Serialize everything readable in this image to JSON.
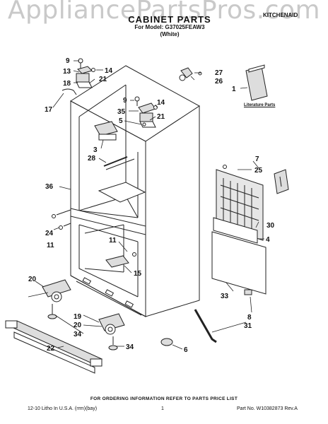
{
  "watermark": "AppliancePartsPros.com",
  "header": {
    "title": "CABINET PARTS",
    "for_model": "For Model: G37025FEAW3",
    "color": "(White)",
    "brand": "KITCHENAID"
  },
  "literature_label": "Literature Parts",
  "callouts": {
    "n9a": "9",
    "n13": "13",
    "n18": "18",
    "n14a": "14",
    "n21a": "21",
    "n17": "17",
    "n27": "27",
    "n26": "26",
    "n1": "1",
    "n9b": "9",
    "n35": "35",
    "n5": "5",
    "n14b": "14",
    "n21b": "21",
    "n3": "3",
    "n28": "28",
    "n36": "36",
    "n7": "7",
    "n25": "25",
    "n30": "30",
    "n4": "4",
    "n24": "24",
    "n11a": "11",
    "n11b": "11",
    "n15": "15",
    "n20a": "20",
    "n19": "19",
    "n20b": "20",
    "n34a": "34",
    "n34b": "34",
    "n22": "22",
    "n33": "33",
    "n8": "8",
    "n31": "31",
    "n6": "6"
  },
  "footer": {
    "ordering": "FOR ORDERING INFORMATION REFER TO PARTS PRICE LIST",
    "litho": "12-10 Litho In U.S.A. (rrm)(bay)",
    "page": "1",
    "part_no": "Part No. W10382873 Rev.A"
  },
  "colors": {
    "line": "#222222",
    "watermark": "#c9c9c9",
    "grille_fill": "#e6e6e6"
  }
}
